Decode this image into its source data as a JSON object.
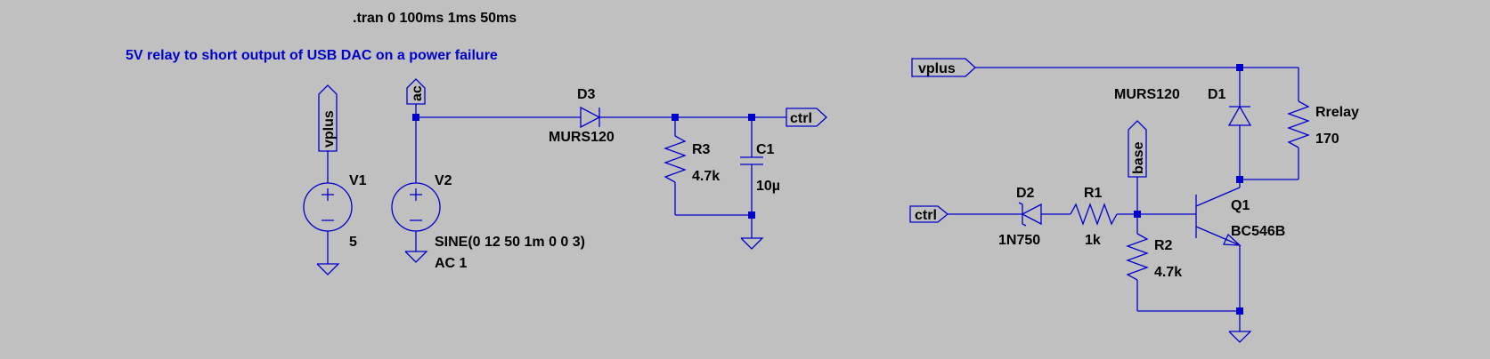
{
  "directives": {
    "tran": ".tran 0 100ms 1ms 50ms"
  },
  "comment": "5V relay to short output of USB DAC on a power failure",
  "colors": {
    "background": "#c0c0c0",
    "wire": "#0000cc",
    "text": "#000000",
    "comment": "#0000cc"
  },
  "labels": {
    "vplus_left": "vplus",
    "ac": "ac",
    "ctrl_out": "ctrl",
    "vplus_right": "vplus",
    "base": "base",
    "ctrl_in": "ctrl"
  },
  "components": {
    "V1": {
      "name": "V1",
      "value": "5"
    },
    "V2": {
      "name": "V2",
      "value": "SINE(0 12 50 1m 0 0 3)",
      "ac": "AC 1"
    },
    "D3": {
      "name": "D3",
      "value": "MURS120"
    },
    "R3": {
      "name": "R3",
      "value": "4.7k"
    },
    "C1": {
      "name": "C1",
      "value": "10µ"
    },
    "D1": {
      "name": "D1",
      "value": "MURS120"
    },
    "Rrelay": {
      "name": "Rrelay",
      "value": "170"
    },
    "D2": {
      "name": "D2",
      "value": "1N750"
    },
    "R1": {
      "name": "R1",
      "value": "1k"
    },
    "R2": {
      "name": "R2",
      "value": "4.7k"
    },
    "Q1": {
      "name": "Q1",
      "value": "BC546B"
    }
  }
}
